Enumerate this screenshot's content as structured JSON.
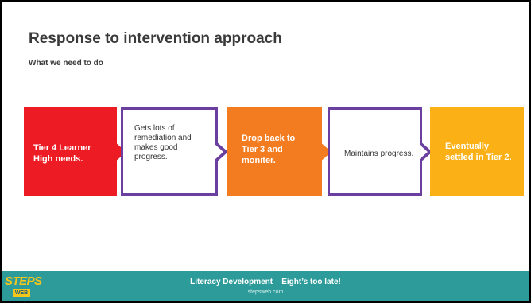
{
  "slide": {
    "title": "Response to intervention approach",
    "subtitle": "What we need to do"
  },
  "steps": [
    {
      "lines": [
        "Tier 4 Learner",
        "High needs."
      ],
      "color": "#ed1c24"
    },
    {
      "lines": [
        "Gets lots of",
        "remediation and",
        "makes good",
        "progress."
      ],
      "color": "#ffffff",
      "border": "#6b3fa0"
    },
    {
      "lines": [
        "Drop back to",
        "Tier 3 and",
        "moniter."
      ],
      "color": "#f47c20"
    },
    {
      "lines": [
        "Maintains progress."
      ],
      "color": "#ffffff",
      "border": "#6b3fa0"
    },
    {
      "lines": [
        "Eventually",
        "settled in Tier 2."
      ],
      "color": "#fbb116"
    }
  ],
  "footer": {
    "logo_text": "STEPS",
    "logo_sub": "WEB",
    "title": "Literacy Development – Eight’s too late!",
    "url": "stepsweb.com",
    "bg_color": "#2e9b9b"
  }
}
